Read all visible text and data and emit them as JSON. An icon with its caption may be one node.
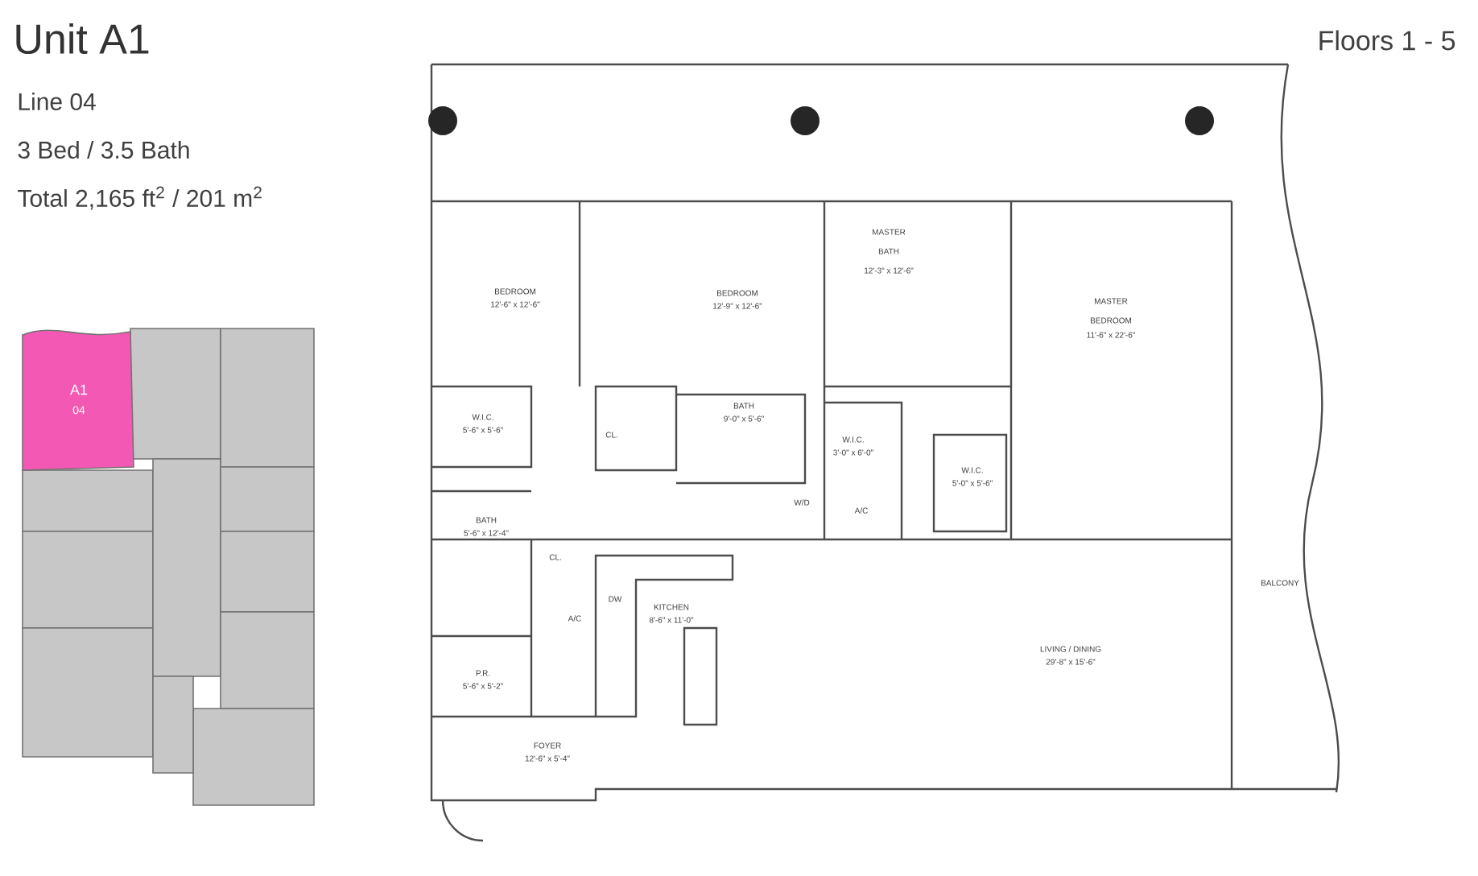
{
  "diagram": {
    "title": "Unit A1",
    "nodes": [
      {
        "text": [
          "A1",
          "04"
        ]
      }
    ],
    "edges": [],
    "labels": [
      "Line 04",
      "3 Bed / 3.5 Bath",
      "Total 2,165 ft$^{2}$ / 201 m$^{2}$",
      "Floors 1 - 5",
      "BEDROOM",
      "12'-6\" x 12'-6\"",
      "BEDROOM",
      "12'-9\" x 12'-6\"",
      "MASTER BATH",
      "12'-3\" x 12'-6\"",
      "MASTER BEDROOM",
      "11'-6\" x 22'-6\"",
      "W.I.C.",
      "5'-6\" x 5'-6\"",
      "CL.",
      "BATH",
      "9'-0\" x 5'-6\"",
      "W.I.C.",
      "3'-0\" x 6'-0\"",
      "W.I.C.",
      "5'-0\" x 5'-6\"",
      "W/D",
      "A/C",
      "BATH",
      "5'-6\" x 12'-4\"",
      "CL.",
      "DW",
      "A/C",
      "KITCHEN",
      "8'-6\" x 11'-0\"",
      "P.R.",
      "5'-6\" x 5'-2\"",
      "LIVING / DINING",
      "29'-8\" x 15'-6\"",
      "FOYER",
      "12'-6\" x 5'-4\"",
      "BALCONY"
    ]
  }
}
